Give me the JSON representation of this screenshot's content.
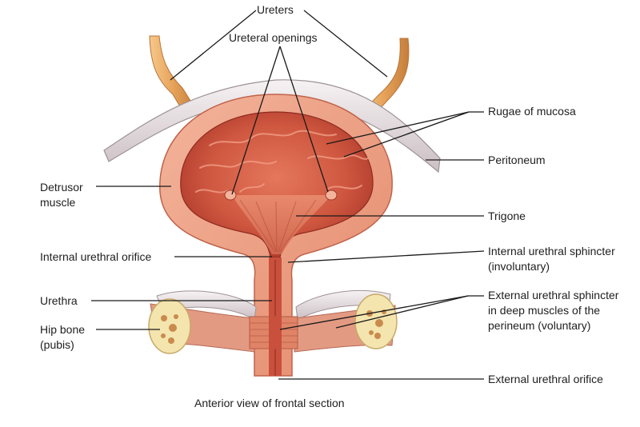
{
  "labels": {
    "ureters": "Ureters",
    "ureteral_openings": "Ureteral openings",
    "rugae": "Rugae of mucosa",
    "peritoneum": "Peritoneum",
    "detrusor_line1": "Detrusor",
    "detrusor_line2": "muscle",
    "trigone": "Trigone",
    "internal_orifice": "Internal urethral orifice",
    "internal_sphincter_line1": "Internal urethral sphincter",
    "internal_sphincter_line2": "(involuntary)",
    "urethra": "Urethra",
    "external_sphincter_line1": "External urethral sphincter",
    "external_sphincter_line2": "in deep muscles of the",
    "external_sphincter_line3": "perineum (voluntary)",
    "hip_bone_line1": "Hip bone",
    "hip_bone_line2": "(pubis)",
    "external_orifice": "External urethral orifice"
  },
  "caption": "Anterior view of frontal section",
  "colors": {
    "leader_line": "#1a1a1a",
    "bladder_wall": "#e8957a",
    "bladder_lumen": "#c9503c",
    "peritoneum": "#ece6e8",
    "ureter": "#e9a65f",
    "bone": "#f2e2a8"
  }
}
